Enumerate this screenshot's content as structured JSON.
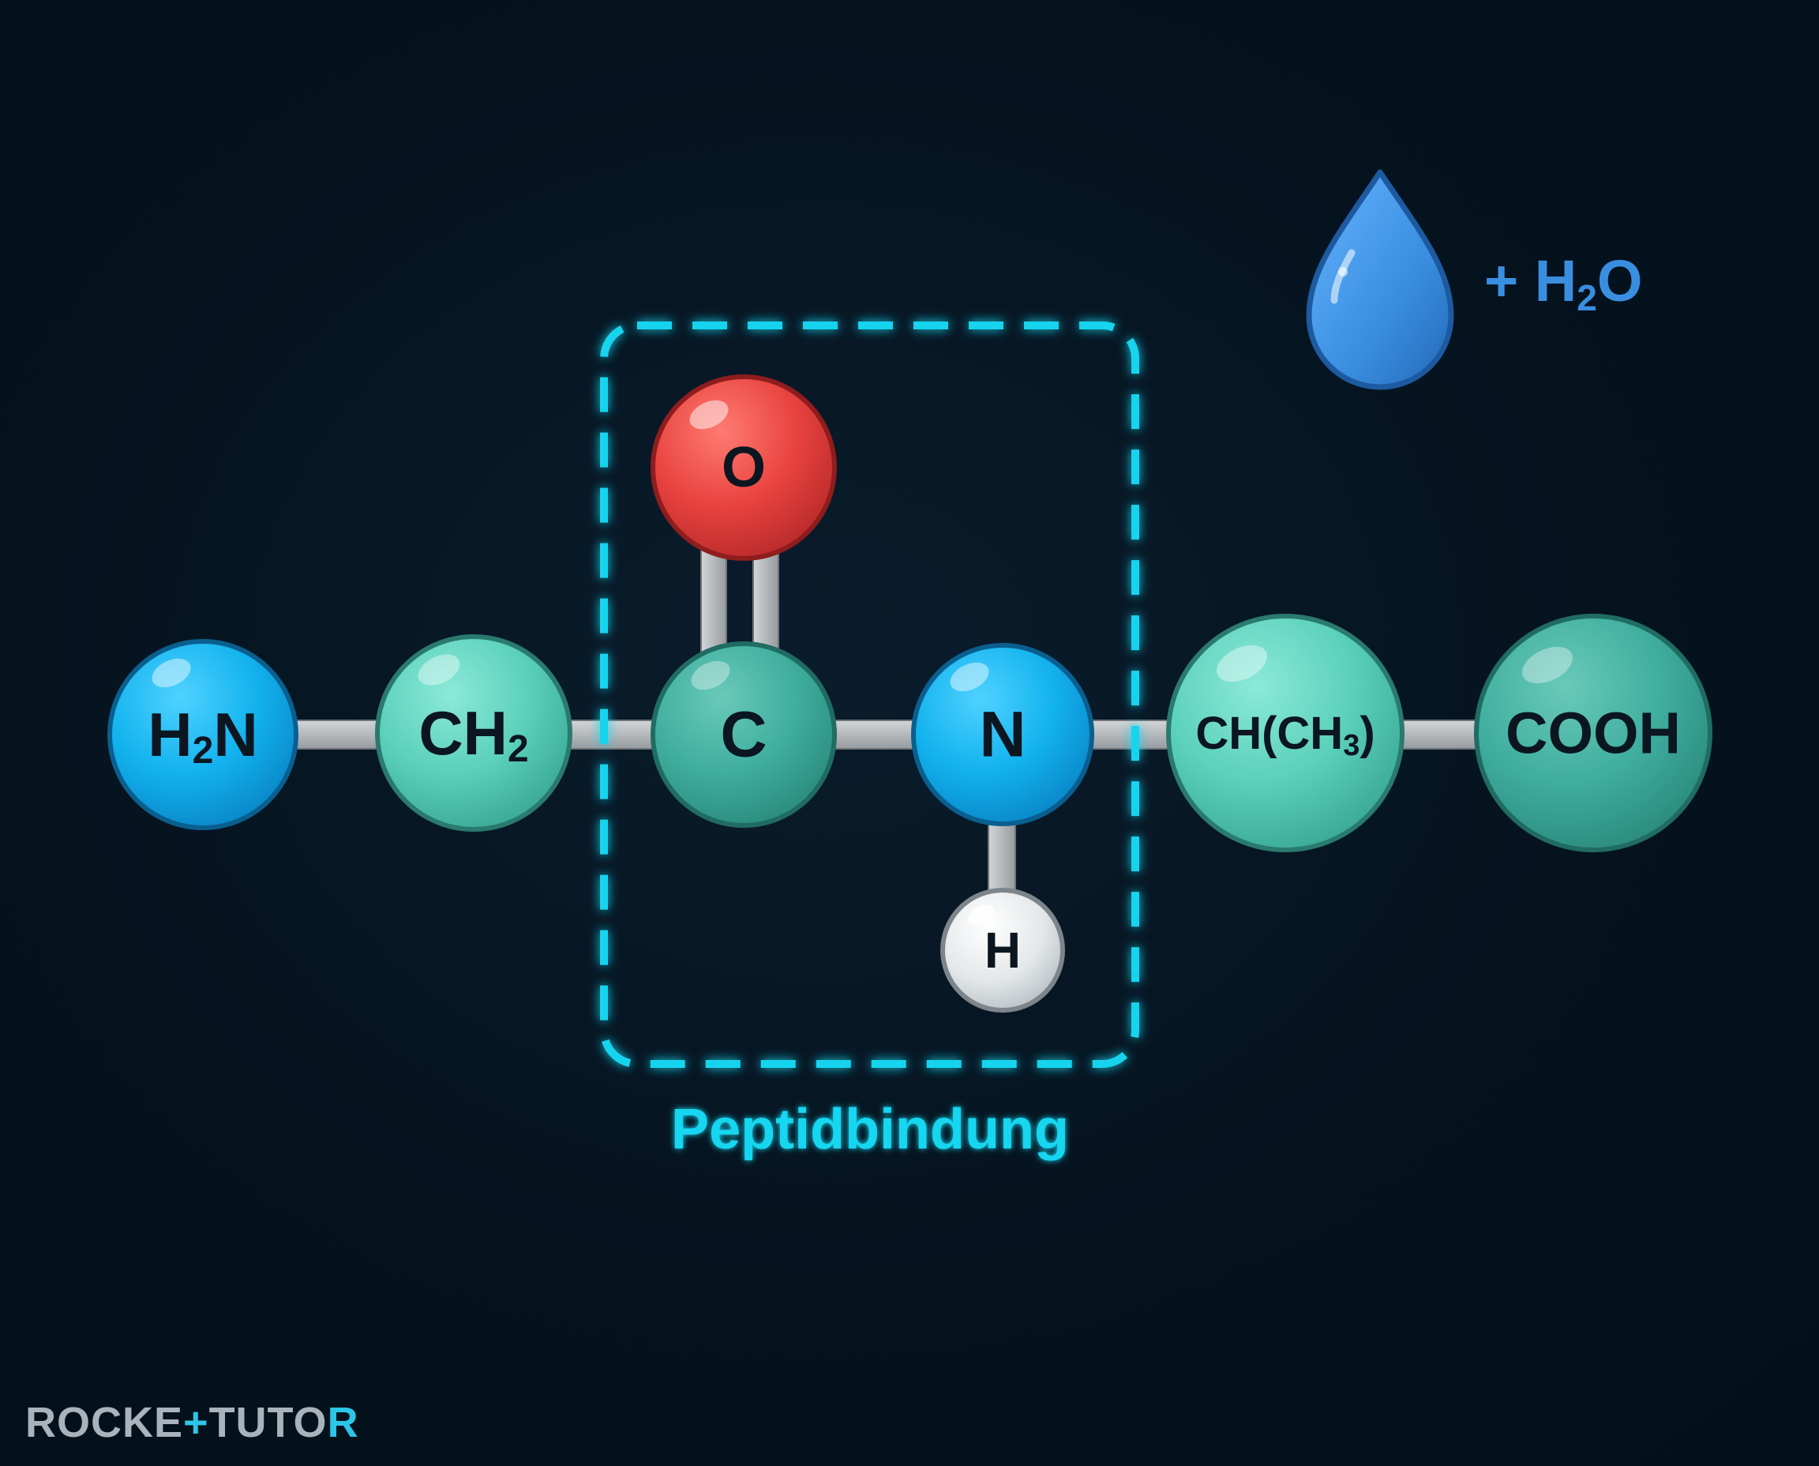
{
  "molecule": {
    "atoms": {
      "h2n": {
        "main": "H",
        "sub": "2",
        "tail": "N"
      },
      "ch2": {
        "main": "CH",
        "sub": "2",
        "tail": ""
      },
      "c": {
        "main": "C"
      },
      "o": {
        "main": "O"
      },
      "n": {
        "main": "N"
      },
      "h": {
        "main": "H"
      },
      "chch3": {
        "main": "CH(CH",
        "sub": "3",
        "tail": ")"
      },
      "cooh": {
        "main": "COOH"
      }
    }
  },
  "peptide_bond": {
    "label": "Peptidbindung"
  },
  "water": {
    "plus": "+ H",
    "sub": "2",
    "tail": "O"
  },
  "colors": {
    "nitrogen": "#0fb4ee",
    "carbon_light": "#5fd4bf",
    "carbon_dark": "#3fae9f",
    "oxygen": "#e8433f",
    "hydrogen": "#e7eaec",
    "bond": "#b4b8bb",
    "highlight": "#19d4ee",
    "water": "#3a8ee0"
  },
  "logo": {
    "part1": "ROCKE",
    "mark": "+",
    "part2": "TUTO",
    "part3": "R"
  }
}
